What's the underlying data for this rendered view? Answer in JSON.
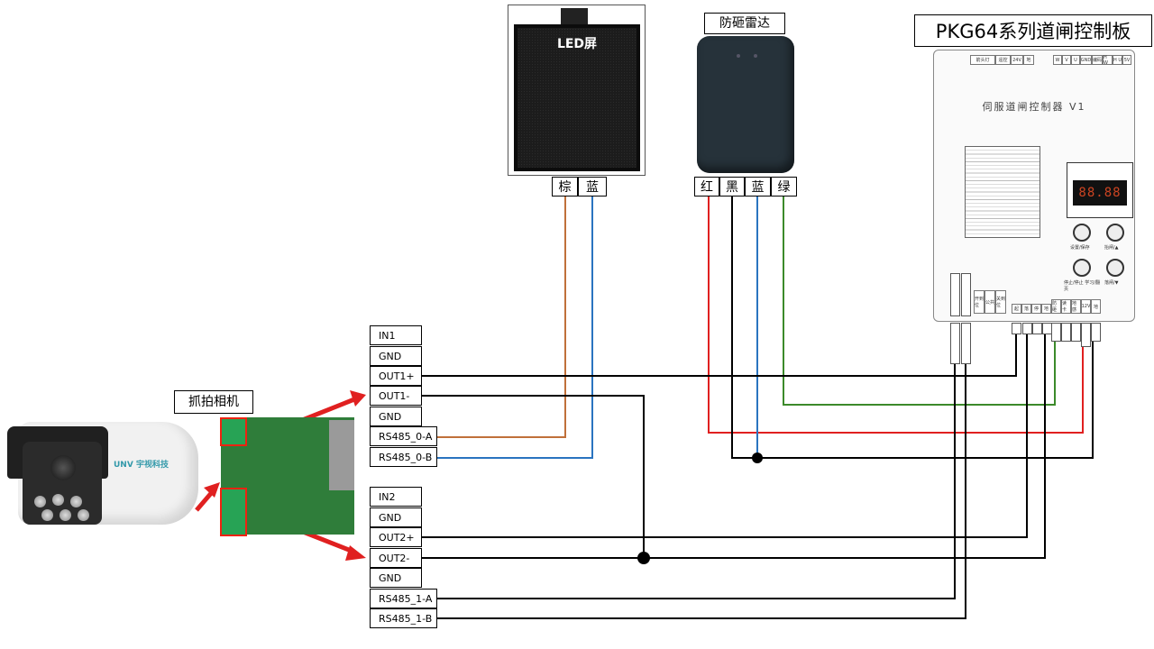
{
  "title": "PKG64系列道闸控制板",
  "camera": {
    "label": "抓拍相机",
    "brand": "UNV 宇视科技"
  },
  "led_screen": {
    "text": "LED屏",
    "wires": [
      "棕",
      "蓝"
    ]
  },
  "radar": {
    "label": "防砸雷达",
    "wires": [
      "红",
      "黑",
      "蓝",
      "绿"
    ]
  },
  "controller": {
    "name": "伺服道闸控制器 V1",
    "display": "88.88",
    "top_terminals": [
      "箭头灯",
      "遥控",
      "24V",
      "地"
    ],
    "motor_terminals": [
      "W",
      "V",
      "U",
      "GND",
      "编码",
      "H W",
      "H U",
      "5V"
    ],
    "button_labels": [
      "设置/保存",
      "抬闸/▲",
      "停止/停止 学习/翻页",
      "落闸/▼"
    ],
    "bottom_terminals": [
      "开到位",
      "公共",
      "关到位",
      "起",
      "落",
      "停",
      "地",
      "防砸",
      "读卡",
      "地感",
      "12V",
      "地"
    ]
  },
  "terminals_group1": [
    "IN1",
    "GND",
    "OUT1+",
    "OUT1-",
    "GND",
    "RS485_0-A",
    "RS485_0-B"
  ],
  "terminals_group2": [
    "IN2",
    "GND",
    "OUT2+",
    "OUT2-",
    "GND",
    "RS485_1-A",
    "RS485_1-B"
  ],
  "colors": {
    "brown": "#c0703a",
    "blue": "#2a74c0",
    "red": "#e02020",
    "green": "#3c8a2a",
    "black": "#000000"
  }
}
